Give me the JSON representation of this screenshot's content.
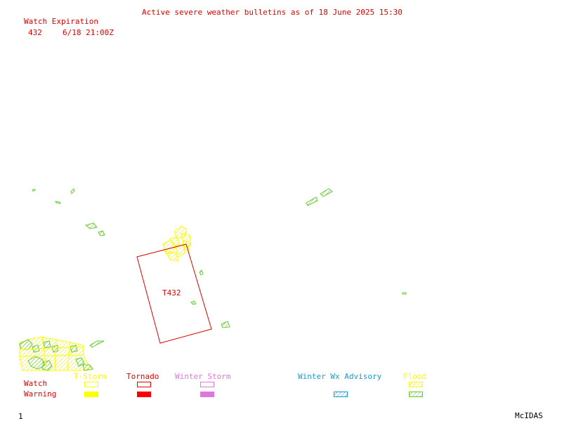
{
  "header": {
    "title": "Active severe weather bulletins as of 18 June 2025 15:30",
    "watch_header": "Watch Expiration",
    "watches": [
      {
        "number": "432",
        "expiration": "6/18 21:00Z"
      }
    ]
  },
  "map": {
    "watch_box_label": "T432"
  },
  "legend": {
    "row_watch": "Watch",
    "row_warning": "Warning",
    "categories": [
      {
        "label": "T-Storm",
        "color": "#ffff00"
      },
      {
        "label": "Tornado",
        "color": "#ff0000"
      },
      {
        "label": "Winter Storm",
        "color": "#dd77dd"
      },
      {
        "label": "Winter Wx Advisory",
        "color": "#1a9ad0"
      },
      {
        "label": "Flood",
        "color": "#ffff00",
        "warning_color": "#66cc33"
      }
    ]
  },
  "footer": {
    "frame": "1",
    "software": "McIDAS"
  },
  "colors": {
    "header_text": "#dd0000",
    "flood_warning": "#66cc33",
    "severe_tstorm": "#ffff00",
    "tornado": "#ff0000"
  }
}
